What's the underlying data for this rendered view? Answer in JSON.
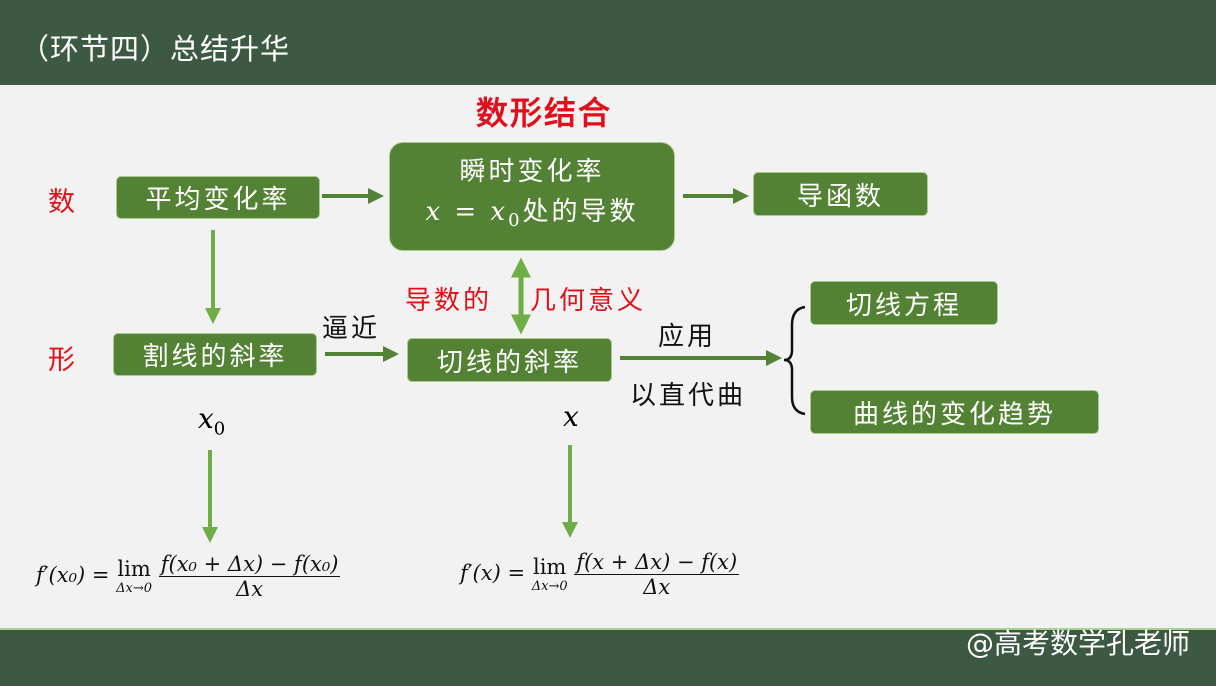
{
  "header": {
    "title": "（环节四）总结升华"
  },
  "main_title": "数形结合",
  "row_labels": {
    "number": "数",
    "shape": "形"
  },
  "boxes": {
    "average_rate": "平均变化率",
    "instant_rate": "瞬时变化率",
    "derivative_at_prefix": "x = x",
    "derivative_at_sub": "0",
    "derivative_at_suffix": "处的导数",
    "derivative_function": "导函数",
    "secant_slope": "割线的斜率",
    "tangent_slope": "切线的斜率",
    "tangent_equation": "切线方程",
    "curve_trend": "曲线的变化趋势"
  },
  "labels": {
    "approach": "逼近",
    "geo_left": "导数的",
    "geo_right": "几何意义",
    "apply": "应用",
    "straight_for_curve": "以直代曲",
    "x0": "x",
    "x0_sub": "0",
    "x": "x"
  },
  "formulas": {
    "left_lhs": "f′(x₀) =",
    "left_lim": "lim",
    "left_under": "Δx→0",
    "left_num": "f(x₀ + Δx) − f(x₀)",
    "left_den": "Δx",
    "right_lhs": "f′(x) =",
    "right_lim": "lim",
    "right_under": "Δx→0",
    "right_num": "f(x + Δx) − f(x)",
    "right_den": "Δx"
  },
  "watermark": "@高考数学孔老师",
  "colors": {
    "header": "#3d5944",
    "box": "#548235",
    "arrow": "#70ad47",
    "red": "#e0101a"
  }
}
